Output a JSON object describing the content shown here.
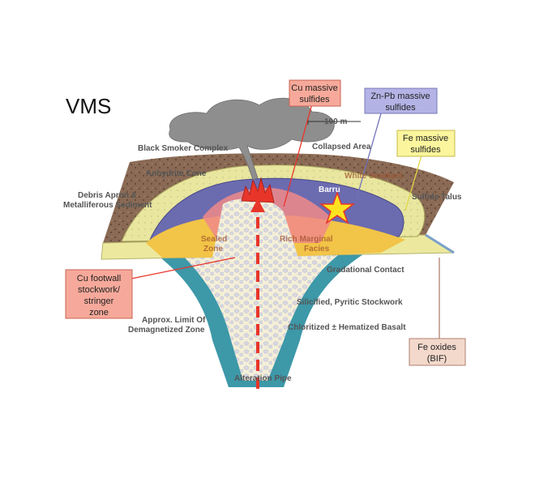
{
  "title": "VMS",
  "scale": "100 m",
  "callouts": {
    "cu_massive": [
      "Cu massive",
      "sulfides"
    ],
    "znpb_massive": [
      "Zn-Pb massive",
      "sulfides"
    ],
    "fe_massive": [
      "Fe massive",
      "sulfides"
    ],
    "cu_footwall": [
      "Cu footwall",
      "stockwork/",
      "stringer",
      "zone"
    ],
    "fe_oxides": [
      "Fe oxides",
      "(BIF)"
    ]
  },
  "labels": {
    "black_smoker": "Black Smoker Complex",
    "collapsed_area": "Collapsed Area",
    "anhydrite_cone": "Anhydrite Cone",
    "white_smokers": "White Smokers",
    "debris_apron": [
      "Debris Apron &",
      "Metalliferous Sediment"
    ],
    "sulfide_talus": "Sulfide Talus",
    "barru": "Barru",
    "sealed_zone": [
      "Sealed",
      "Zone"
    ],
    "marginal_facies": [
      "Rich Marginal",
      "Facies"
    ],
    "gradational_contact": "Gradational Contact",
    "silicified": "Silicified, Pyritic Stockwork",
    "demagnetized": [
      "Approx. Limit Of",
      "Demagnetized Zone"
    ],
    "chloritized": "Chloritized ± Hematized Basalt",
    "alteration_pipe": "Alteration Pipe"
  },
  "colors": {
    "cu_box": "#f6a99a",
    "znpb_box": "#b3b3e6",
    "fe_box": "#fbf59d",
    "fe_oxide_box": "#f3d9cc",
    "brown_crust": "#8a6a55",
    "yellow_layer": "#e9e6a0",
    "purple_layer": "#6b6bb0",
    "gold_layer": "#f2c447",
    "teal_pipe": "#3d98a8",
    "red_core": "#e8352a"
  }
}
